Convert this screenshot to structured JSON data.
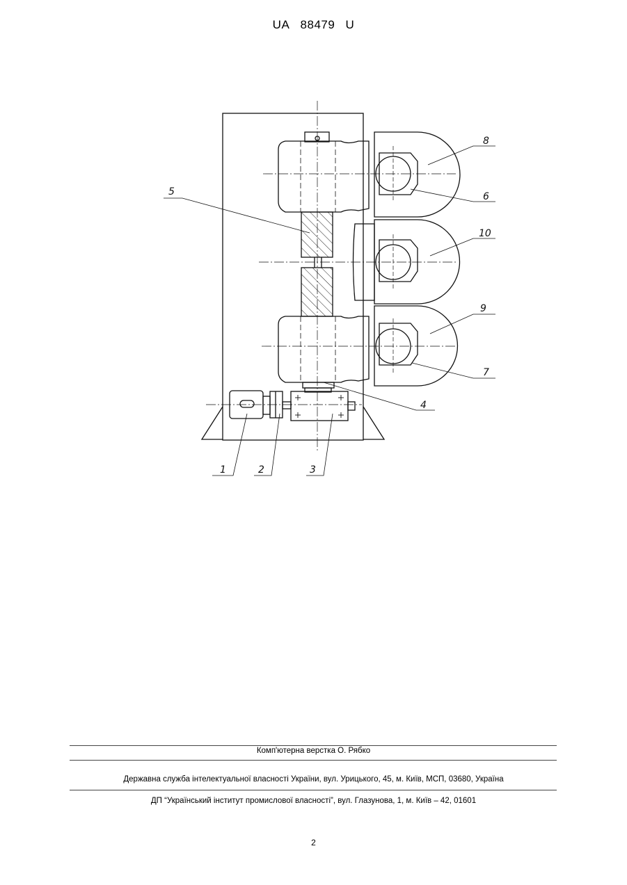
{
  "header": {
    "country": "UA",
    "number": "88479",
    "kind": "U"
  },
  "figure": {
    "callouts": [
      "1",
      "2",
      "3",
      "4",
      "5",
      "6",
      "7",
      "8",
      "9",
      "10"
    ]
  },
  "footer": {
    "layout_credit": "Комп'ютерна верстка О. Рябко",
    "agency": "Державна служба інтелектуальної власності України, вул. Урицького, 45, м. Київ, МСП, 03680, Україна",
    "institute": "ДП “Український інститут промислової власності”, вул. Глазунова, 1, м. Київ – 42, 01601"
  },
  "page_number": "2"
}
